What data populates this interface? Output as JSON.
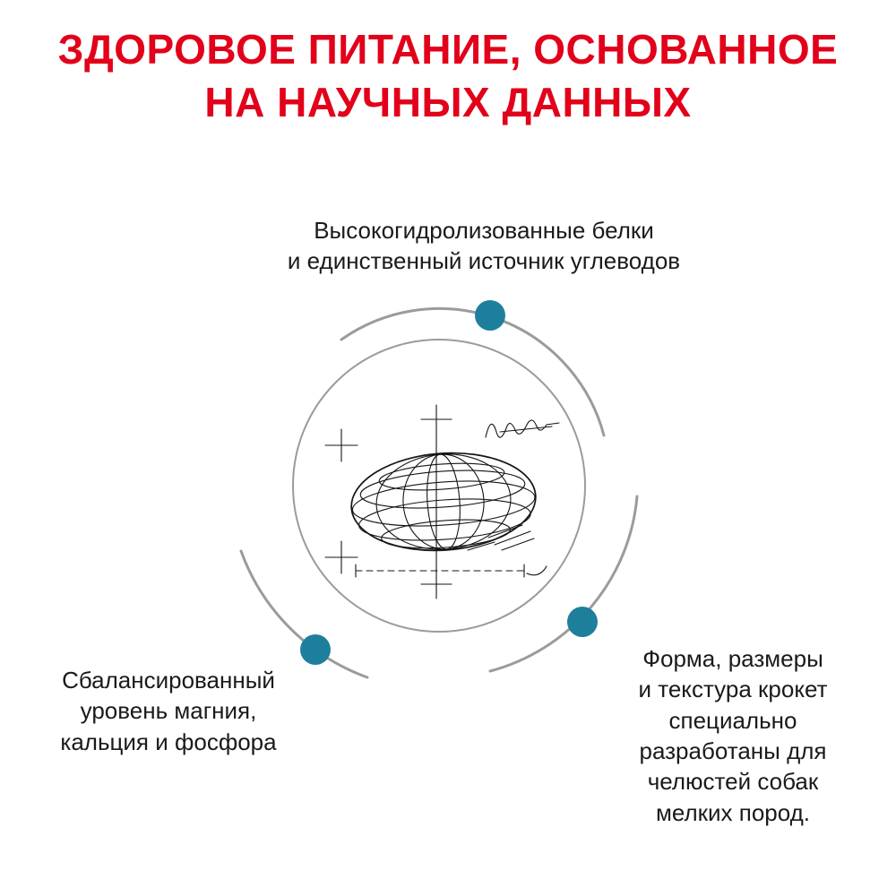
{
  "title": {
    "line1": "ЗДОРОВОЕ ПИТАНИЕ, ОСНОВАННОЕ",
    "line2": "НА НАУЧНЫХ ДАННЫХ"
  },
  "callouts": {
    "protein": {
      "line1": "Высокогидролизованные белки",
      "line2": "и единственный источник углеводов"
    },
    "minerals": {
      "line1": "Сбалансированный",
      "line2": "уровень магния,",
      "line3": "кальция и фосфора"
    },
    "kibble": {
      "line1": "Форма, размеры",
      "line2": "и текстура крокет",
      "line3": "специально",
      "line4": "разработаны для",
      "line5": "челюстей собак",
      "line6": "мелких пород."
    }
  },
  "colors": {
    "accent_red": "#e2001a",
    "dot_teal": "#1e7f9d",
    "arc_gray": "#9b9b9b",
    "sketch_ink": "#151515",
    "text_dark": "#1a1a1a"
  }
}
